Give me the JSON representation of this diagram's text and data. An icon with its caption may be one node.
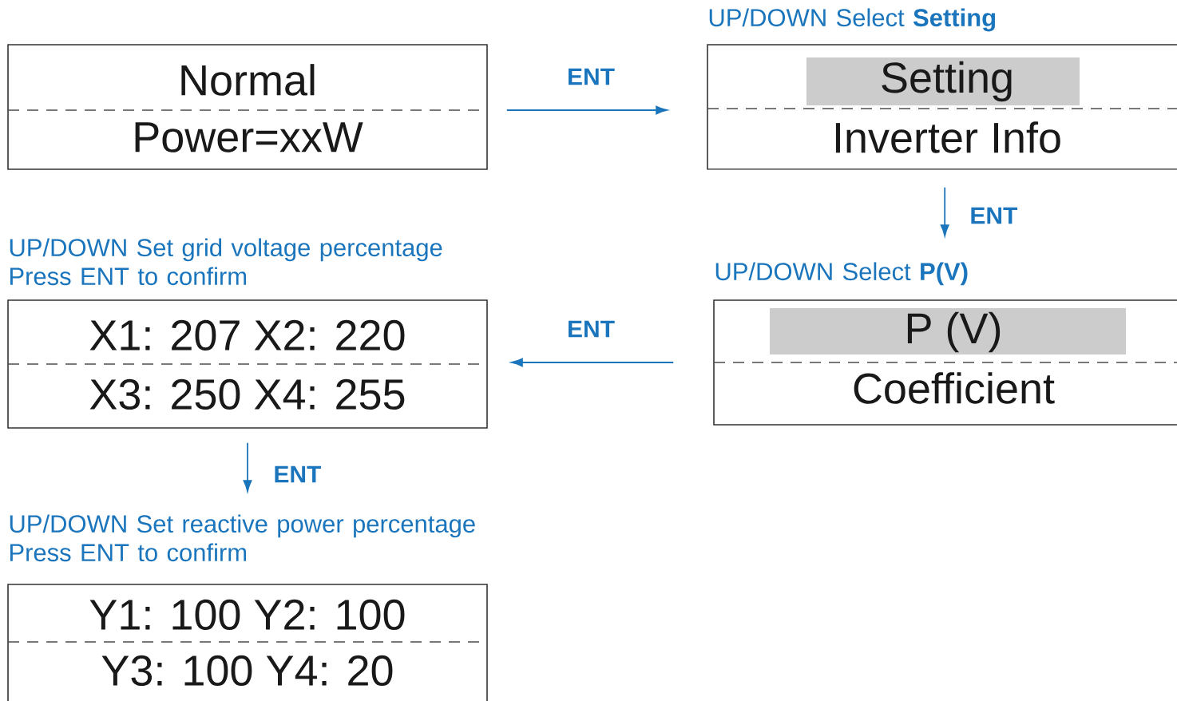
{
  "diagram": {
    "nodes": [
      {
        "text": [
          "Normal",
          "Power=xxW"
        ]
      },
      {
        "text": [
          "UP/DOWN Select **Setting**",
          "Setting",
          "Inverter Info"
        ]
      },
      {
        "text": [
          "UP/DOWN Set grid voltage percentage Press ENT to confirm",
          "X1:  207  X2:  220",
          "X3:  250  X4:  255"
        ]
      },
      {
        "text": [
          "UP/DOWN Select **P(V)**",
          "P (V)",
          "Coefficient"
        ]
      },
      {
        "text": [
          "UP/DOWN Set reactive power percentage Press ENT to confirm",
          "Y1:  100  Y2:  100",
          "Y3:  100  Y4:    20"
        ]
      }
    ],
    "edges": [
      {
        "from": 0,
        "to": 1,
        "arrow": "to",
        "label": "ENT"
      },
      {
        "from": 1,
        "to": 3,
        "arrow": "to",
        "label": "ENT"
      },
      {
        "from": 3,
        "to": 2,
        "arrow": "to",
        "label": "ENT"
      },
      {
        "from": 2,
        "to": 4,
        "arrow": "to",
        "label": "ENT"
      }
    ]
  }
}
